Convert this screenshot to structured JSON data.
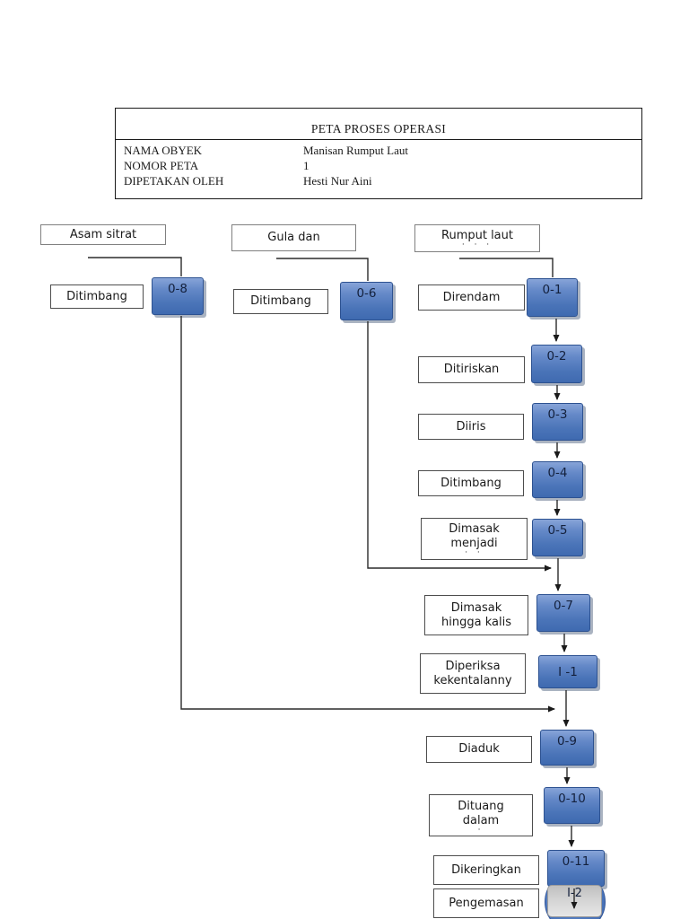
{
  "header": {
    "title": "PETA PROSES OPERASI",
    "fields": [
      {
        "label": "NAMA OBYEK",
        "value": "Manisan Rumput Laut"
      },
      {
        "label": "NOMOR PETA",
        "value": "1"
      },
      {
        "label": "DIPETAKAN OLEH",
        "value": "Hesti Nur Aini"
      }
    ]
  },
  "materials": {
    "left": "Asam sitrat",
    "middle": "Gula dan",
    "right": "Rumput laut",
    "right_clipped": "· · ·"
  },
  "labels": {
    "ditimbang_left": "Ditimbang",
    "ditimbang_mid": "Ditimbang",
    "direndam": "Direndam",
    "ditiriskan": "Ditiriskan",
    "diiris": "Diiris",
    "ditimbang_main": "Ditimbang",
    "dimasak_menjadi_1": "Dimasak",
    "dimasak_menjadi_2": "menjadi",
    "dimasak_menjadi_clipped": "· ·",
    "dimasak_hingga_1": "Dimasak",
    "dimasak_hingga_2": "hingga  kalis",
    "diperiksa_1": "Diperiksa",
    "diperiksa_2": "kekentalanny",
    "diaduk": "Diaduk",
    "dituang_1": "Dituang",
    "dituang_2": "dalam",
    "dituang_clipped": "·",
    "dikeringkan": "Dikeringkan",
    "pengemasan": "Pengemasan"
  },
  "operations": {
    "o8": "0-8",
    "o6": "0-6",
    "o1": "0-1",
    "o2": "0-2",
    "o3": "0-3",
    "o4": "0-4",
    "o5": "0-5",
    "o7": "0-7",
    "i1": "I -1",
    "o9": "0-9",
    "o10": "0-10",
    "o11": "0-11",
    "i2": "I-2"
  },
  "colors": {
    "operation_fill_top": "#87A4D8",
    "operation_fill_bottom": "#3F6AB0",
    "operation_border": "#2D5291",
    "operation_text": "#14213D",
    "inspection_gray": "#D4D4D4",
    "line": "#2B2B2B",
    "box_border": "#4D4D4D"
  }
}
